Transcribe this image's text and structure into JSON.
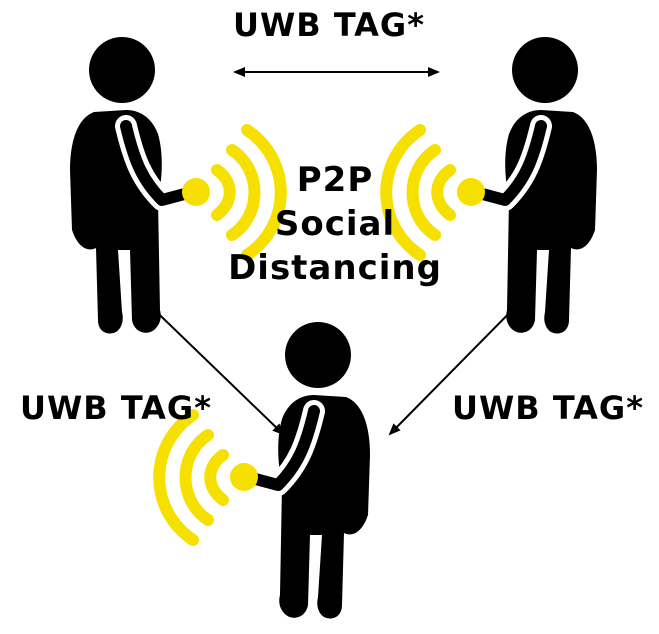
{
  "labels": {
    "tag_top": "UWB TAG*",
    "tag_left": "UWB TAG*",
    "tag_right": "UWB TAG*"
  },
  "center_title": {
    "line1": "P2P",
    "line2": "Social",
    "line3": "Distancing"
  },
  "colors": {
    "figure": "#000000",
    "signal": "#f5e000",
    "background": "#ffffff"
  },
  "icons": {
    "person": "person-with-backpack-icon",
    "signal": "wireless-signal-icon",
    "arrow": "double-headed-arrow"
  }
}
